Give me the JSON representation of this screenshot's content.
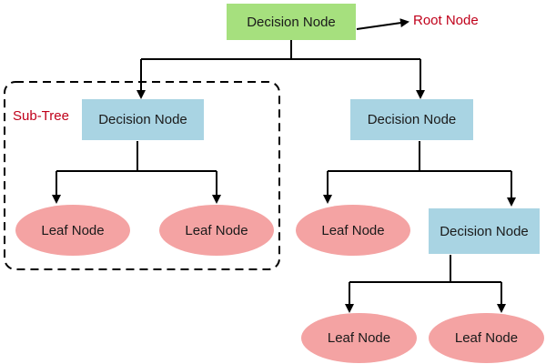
{
  "root": {
    "label": "Decision Node",
    "callout": "Root Node"
  },
  "subtree_label": "Sub-Tree",
  "left_decision": {
    "label": "Decision Node"
  },
  "right_decision": {
    "label": "Decision Node"
  },
  "lower_decision": {
    "label": "Decision Node"
  },
  "leaves": {
    "left_1": "Leaf Node",
    "left_2": "Leaf Node",
    "right_1": "Leaf Node",
    "bottom_1": "Leaf Node",
    "bottom_2": "Leaf Node"
  },
  "colors": {
    "root_fill": "#a6e07e",
    "decision_fill": "#a9d4e3",
    "leaf_fill": "#f4a3a3",
    "callout_text": "#c0001a",
    "edge": "#000000"
  }
}
